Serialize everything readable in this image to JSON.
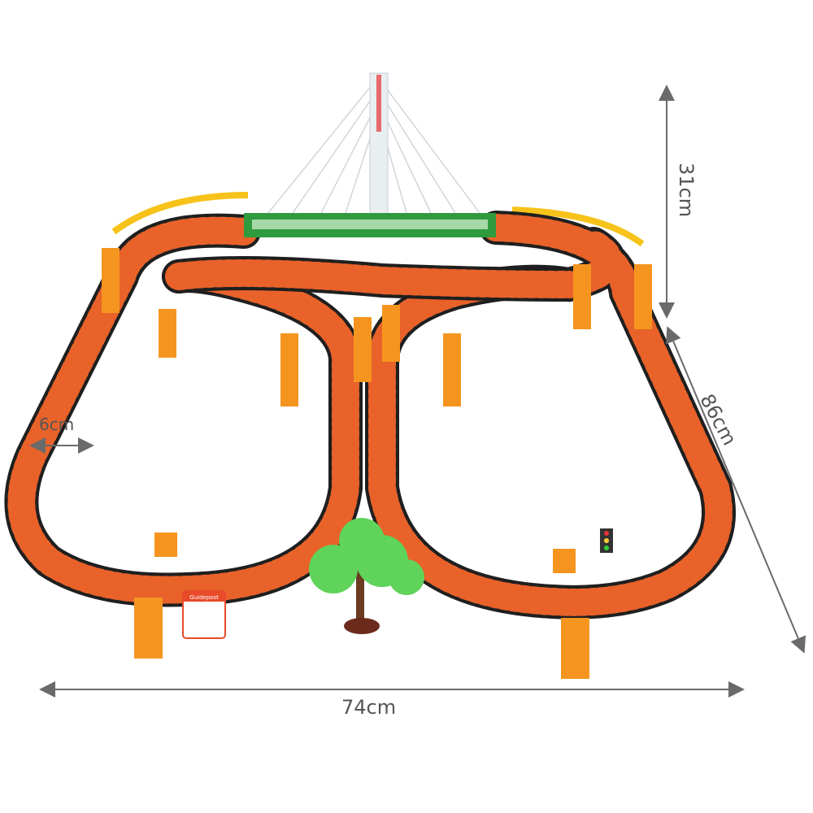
{
  "dimensions": {
    "width": "74cm",
    "height": "31cm",
    "depth": "86cm",
    "track_width": "6cm"
  },
  "sign": {
    "title": "Guidepost"
  },
  "colors": {
    "track": "#1f1f1f",
    "ties": "#e8622a",
    "supports": "#f5951f",
    "bridge": "#2f9a3e",
    "rail_yellow": "#f7c21a",
    "tree": "#5fd35a",
    "arrow": "#6a6a6a"
  }
}
